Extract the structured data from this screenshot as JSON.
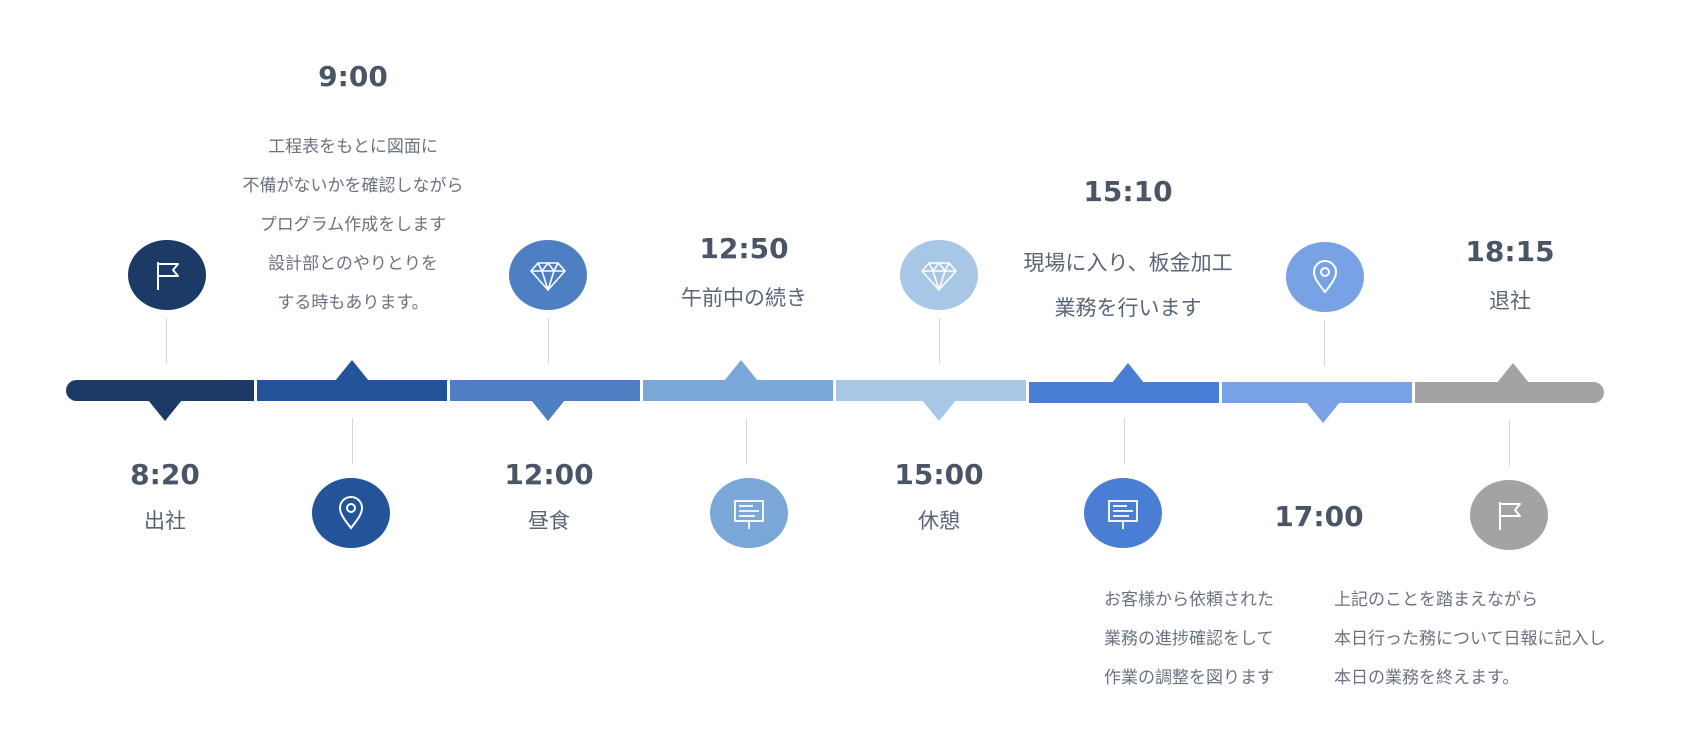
{
  "colors": {
    "c1": "#1b3a66",
    "c2": "#235499",
    "c3": "#4d7fc2",
    "c4": "#7aa6d8",
    "c5": "#a8c6e6",
    "c6": "#4a7ed4",
    "c7": "#78a2e4",
    "c8": "#a3a3a3"
  },
  "events": [
    {
      "time": "8:20",
      "label": "出社",
      "icon": "flag-icon"
    },
    {
      "time": "9:00",
      "description": [
        "工程表をもとに図面に",
        "不備がないかを確認しながら",
        "プログラム作成をします",
        "設計部とのやりとりを",
        "する時もあります。"
      ],
      "icon": "location-pin-icon"
    },
    {
      "time": "12:00",
      "label": "昼食",
      "icon": "diamond-icon"
    },
    {
      "time": "12:50",
      "label": "午前中の続き",
      "icon": "signboard-icon"
    },
    {
      "time": "15:00",
      "label": "休憩",
      "icon": "diamond-icon"
    },
    {
      "time": "15:10",
      "label_lines": [
        "現場に入り、板金加工",
        "業務を行います"
      ],
      "description": [
        "お客様から依頼された",
        "業務の進捗確認をして",
        "作業の調整を図ります"
      ],
      "icon": "signboard-icon"
    },
    {
      "time": "17:00",
      "icon": "location-pin-icon"
    },
    {
      "time": "18:15",
      "label": "退社",
      "description": [
        "上記のことを踏まえながら",
        "本日行った務について日報に記入し",
        "本日の業務を終えます。"
      ],
      "icon": "flag-icon"
    }
  ]
}
